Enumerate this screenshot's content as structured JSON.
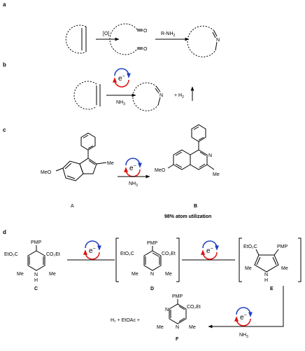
{
  "panels": {
    "a": {
      "label": "a",
      "oxidant": "[O]",
      "amine": "R-NH",
      "amine_sub": "2",
      "atom_o1": "O",
      "atom_o2": "O",
      "atom_n": "N"
    },
    "b": {
      "label": "b",
      "electron": "e",
      "electron_sup": "−",
      "reagent": "NH",
      "reagent_sub": "3",
      "atom_n": "N",
      "byproduct": "+ H",
      "byproduct_sub": "2"
    },
    "c": {
      "label": "c",
      "electron": "e",
      "electron_sup": "−",
      "reagent": "NH",
      "reagent_sub": "3",
      "substituent_ome": "MeO",
      "substituent_me": "Me",
      "product_ome": "MeO",
      "product_me": "Me",
      "atom_n": "N",
      "compound_a": "A",
      "compound_b": "B",
      "note": "98% atom utilization"
    },
    "d": {
      "label": "d",
      "electron": "e",
      "electron_sup": "−",
      "pmp": "PMP",
      "ester_left": "EtO₂C",
      "ester_right": "CO₂Et",
      "me": "Me",
      "nh": "N",
      "h": "H",
      "n": "N",
      "compound_c": "C",
      "compound_d": "D",
      "compound_e": "E",
      "compound_f": "F",
      "byproducts": "H₂ + EtOAc +",
      "reagent": "NH",
      "reagent_sub": "3"
    }
  }
}
